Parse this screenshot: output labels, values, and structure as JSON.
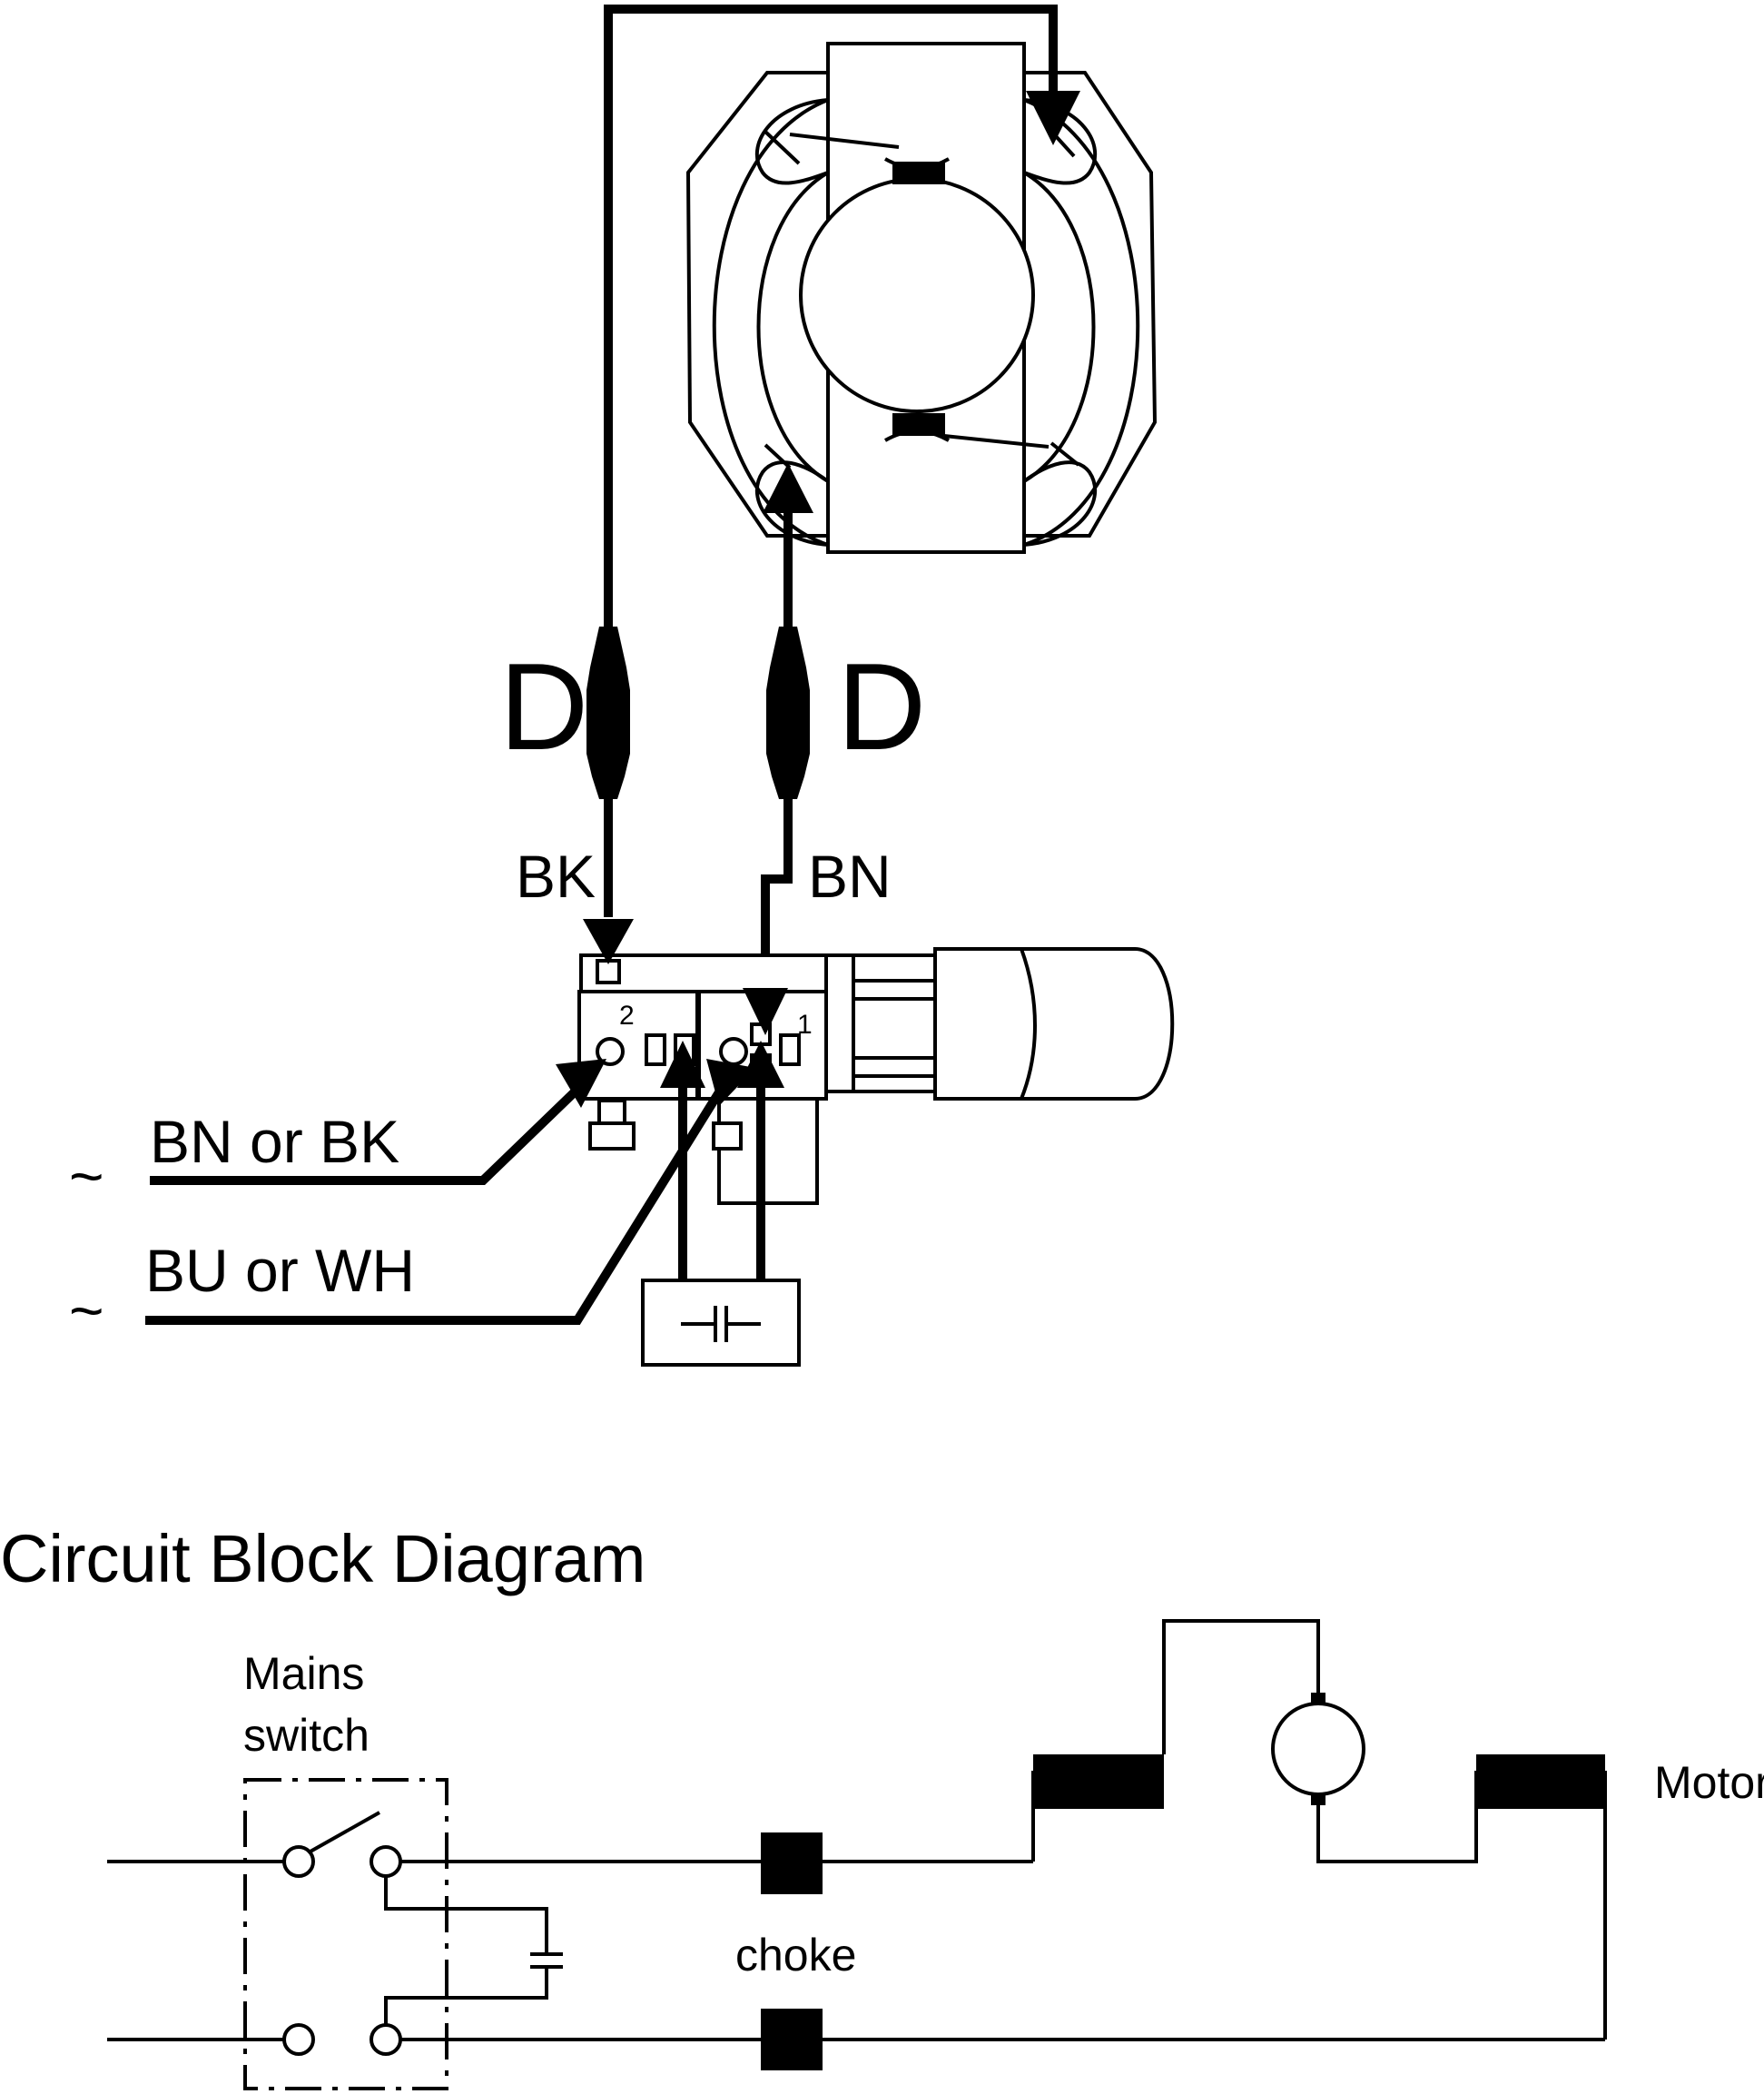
{
  "wiring": {
    "connector_left_label": "D",
    "connector_right_label": "D",
    "wire_bk_label": "BK",
    "wire_bn_label": "BN",
    "terminal_2_label": "2",
    "terminal_1_label": "1",
    "mains_wire_1_label": "BN or BK",
    "mains_wire_2_label": "BU or WH",
    "ac_symbol": "~",
    "capacitor_symbol": "⊣⊢"
  },
  "block_diagram": {
    "title": "Circuit Block Diagram",
    "mains_switch_label_line1": "Mains",
    "mains_switch_label_line2": "switch",
    "choke_label": "choke",
    "motor_label": "Motor"
  },
  "colors": {
    "line": "#000000",
    "background": "#ffffff"
  }
}
